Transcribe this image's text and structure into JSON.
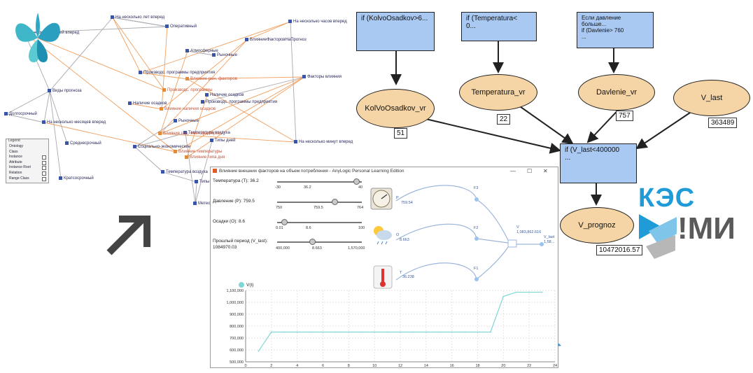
{
  "ontology": {
    "nodes": [
      {
        "label": "На несколько лет вперед",
        "type": "class"
      },
      {
        "label": "На несколько часов вперед",
        "type": "class"
      },
      {
        "label": "На несколько дней вперед",
        "type": "class"
      },
      {
        "label": "Оперативный",
        "type": "class"
      },
      {
        "label": "ВлияниеФакторовНаПрогноз",
        "type": "class"
      },
      {
        "label": "Атмосферные",
        "type": "class"
      },
      {
        "label": "Рыночные",
        "type": "class"
      },
      {
        "label": "Производс. программы предприятия",
        "type": "class"
      },
      {
        "label": "Влияние рын. факторов",
        "type": "attr"
      },
      {
        "label": "Факторы влияния",
        "type": "class"
      },
      {
        "label": "Виды прогноза",
        "type": "class"
      },
      {
        "label": "Производс. программы",
        "type": "attr"
      },
      {
        "label": "Наличие осадков",
        "type": "class"
      },
      {
        "label": "Наличие осадков",
        "type": "class"
      },
      {
        "label": "Производс. программы предприятия",
        "type": "class"
      },
      {
        "label": "Влияние наличия осадков",
        "type": "attr"
      },
      {
        "label": "Долгосрочный",
        "type": "class"
      },
      {
        "label": "На несколько месяцев вперед",
        "type": "class"
      },
      {
        "label": "Рыночные",
        "type": "class"
      },
      {
        "label": "Температура воздуха",
        "type": "class"
      },
      {
        "label": "Влияние соц.-экон. факторов",
        "type": "attr"
      },
      {
        "label": "Среднесрочный",
        "type": "class"
      },
      {
        "label": "Социально-экономические",
        "type": "class"
      },
      {
        "label": "Типы дней",
        "type": "class"
      },
      {
        "label": "На несколько минут вперед",
        "type": "class"
      },
      {
        "label": "Влияние температуры",
        "type": "attr"
      },
      {
        "label": "Влияние типа дня",
        "type": "attr"
      },
      {
        "label": "Температура воздуха",
        "type": "class"
      },
      {
        "label": "Кратcосрочный",
        "type": "class"
      },
      {
        "label": "Типы дн",
        "type": "class"
      },
      {
        "label": "Метео",
        "type": "class"
      }
    ],
    "legend": {
      "title": "Legend",
      "items": [
        "Ontology",
        "Class",
        "Instance",
        "Attribute",
        "Instance Root",
        "Relation",
        "Range Class"
      ]
    }
  },
  "diagram": {
    "rects": [
      {
        "text": "if (KolvoOsadkov>6..."
      },
      {
        "text": "if (Temperatura<\n0..."
      },
      {
        "text": "Если давление\nбольше...\nif (Davlenie> 760\n..."
      },
      {
        "text": "if (V_last<400000\n..."
      }
    ],
    "ellipses": [
      "KolVoOsadkov_vr",
      "Temperatura_vr",
      "Davlenie_vr",
      "V_last",
      "V_prognoz"
    ],
    "values": [
      "51",
      "22",
      "757",
      "363489",
      "10472016.57"
    ]
  },
  "window": {
    "title": "Влияние внешних факторов на объем потребления - AnyLogic Personal Learning Edition",
    "controls": [
      "—",
      "☐",
      "✕"
    ],
    "params": [
      {
        "label": "Температура (T): 36.2",
        "min": "-30",
        "current": "36.2",
        "max": "40",
        "fraction": 0.94
      },
      {
        "label": "Давление (P): 759.5",
        "min": "750",
        "current": "759.5",
        "max": "764",
        "fraction": 0.68
      },
      {
        "label": "Осадки (O): 8.6",
        "min": "0.01",
        "current": "8.6",
        "max": "100",
        "fraction": 0.09
      },
      {
        "label": "Прошлый период (V_last):",
        "value": "1084970.03",
        "min": "400,000",
        "current": "8.663",
        "max": "1,570,000",
        "fraction": 0.42
      }
    ],
    "flow": {
      "P": {
        "name": "P",
        "value": "759.54"
      },
      "O": {
        "name": "O",
        "value": "8.663"
      },
      "T": {
        "name": "T",
        "value": "36.238"
      },
      "F3": "F3",
      "F2": "F2",
      "F1": "F1",
      "V": {
        "name": "V",
        "value": "1,083,862.616"
      },
      "V_last": {
        "name": "V_last",
        "value": "1,58..."
      }
    },
    "chart_data": {
      "type": "line",
      "legend": [
        "V(t)"
      ],
      "series": [
        {
          "name": "V(t)",
          "color": "#7fd6d6",
          "x": [
            1,
            2,
            3,
            4,
            5,
            6,
            7,
            8,
            9,
            10,
            11,
            12,
            13,
            14,
            15,
            16,
            17,
            18,
            19,
            20,
            21,
            22,
            23
          ],
          "y": [
            590000,
            750000,
            750000,
            750000,
            750000,
            750000,
            750000,
            750000,
            750000,
            750000,
            750000,
            750000,
            750000,
            750000,
            750000,
            750000,
            750000,
            750000,
            750000,
            1050000,
            1085000,
            1085000,
            1085000
          ]
        }
      ],
      "xlim": [
        0,
        24
      ],
      "ylim": [
        500000,
        1100000
      ],
      "xticks": [
        "0",
        "2",
        "4",
        "6",
        "8",
        "10",
        "12",
        "14",
        "16",
        "18",
        "20",
        "22",
        "24"
      ],
      "yticks": [
        "500,000",
        "600,000",
        "700,000",
        "800,000",
        "900,000",
        "1,000,000",
        "1,100,000"
      ],
      "grid": true
    }
  },
  "logo": {
    "line1": "КЭС",
    "line2": "!МИ"
  },
  "colors": {
    "orange_edge": "#f0a060",
    "gray_edge": "#a8a8b0",
    "rect_fill": "#a9c9f3",
    "ellipse_fill": "#f5d5a6",
    "series": "#7fd6d6",
    "logo_blue": "#1f9bd8"
  }
}
